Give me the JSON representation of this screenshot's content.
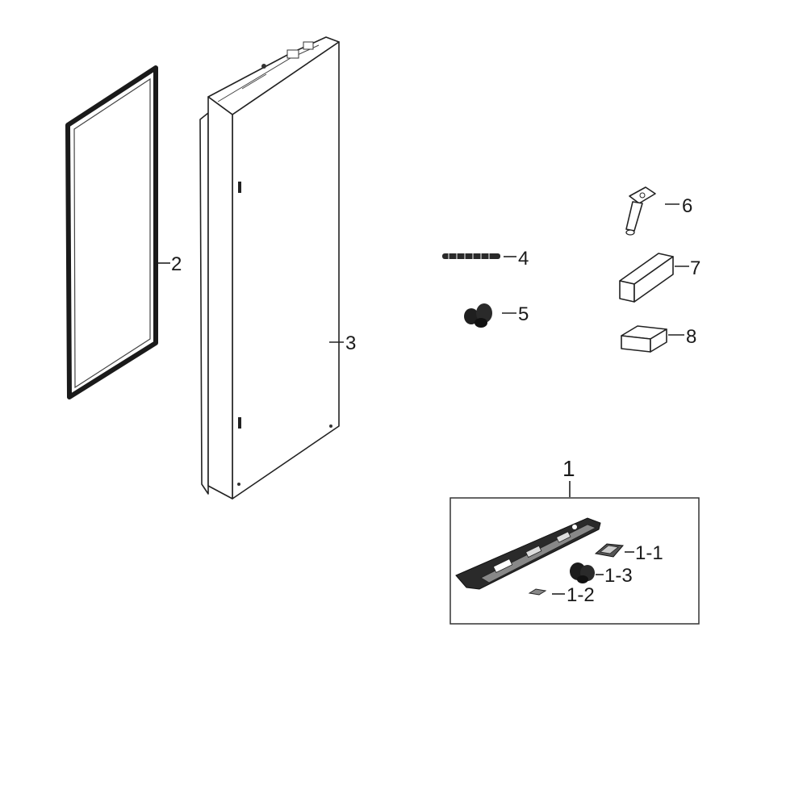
{
  "parts": [
    {
      "id": "door-gasket",
      "callout": "2"
    },
    {
      "id": "door-foam-assembly",
      "callout": "3"
    },
    {
      "id": "screw-strip",
      "callout": "4"
    },
    {
      "id": "hinge-cap",
      "callout": "5"
    },
    {
      "id": "hinge-pin",
      "callout": "6"
    },
    {
      "id": "spacer-long",
      "callout": "7"
    },
    {
      "id": "spacer-short",
      "callout": "8"
    }
  ],
  "assembly": {
    "callout": "1",
    "subparts": [
      {
        "id": "bracket",
        "callout": "1-1"
      },
      {
        "id": "washer",
        "callout": "1-2"
      },
      {
        "id": "cap",
        "callout": "1-3"
      }
    ]
  }
}
